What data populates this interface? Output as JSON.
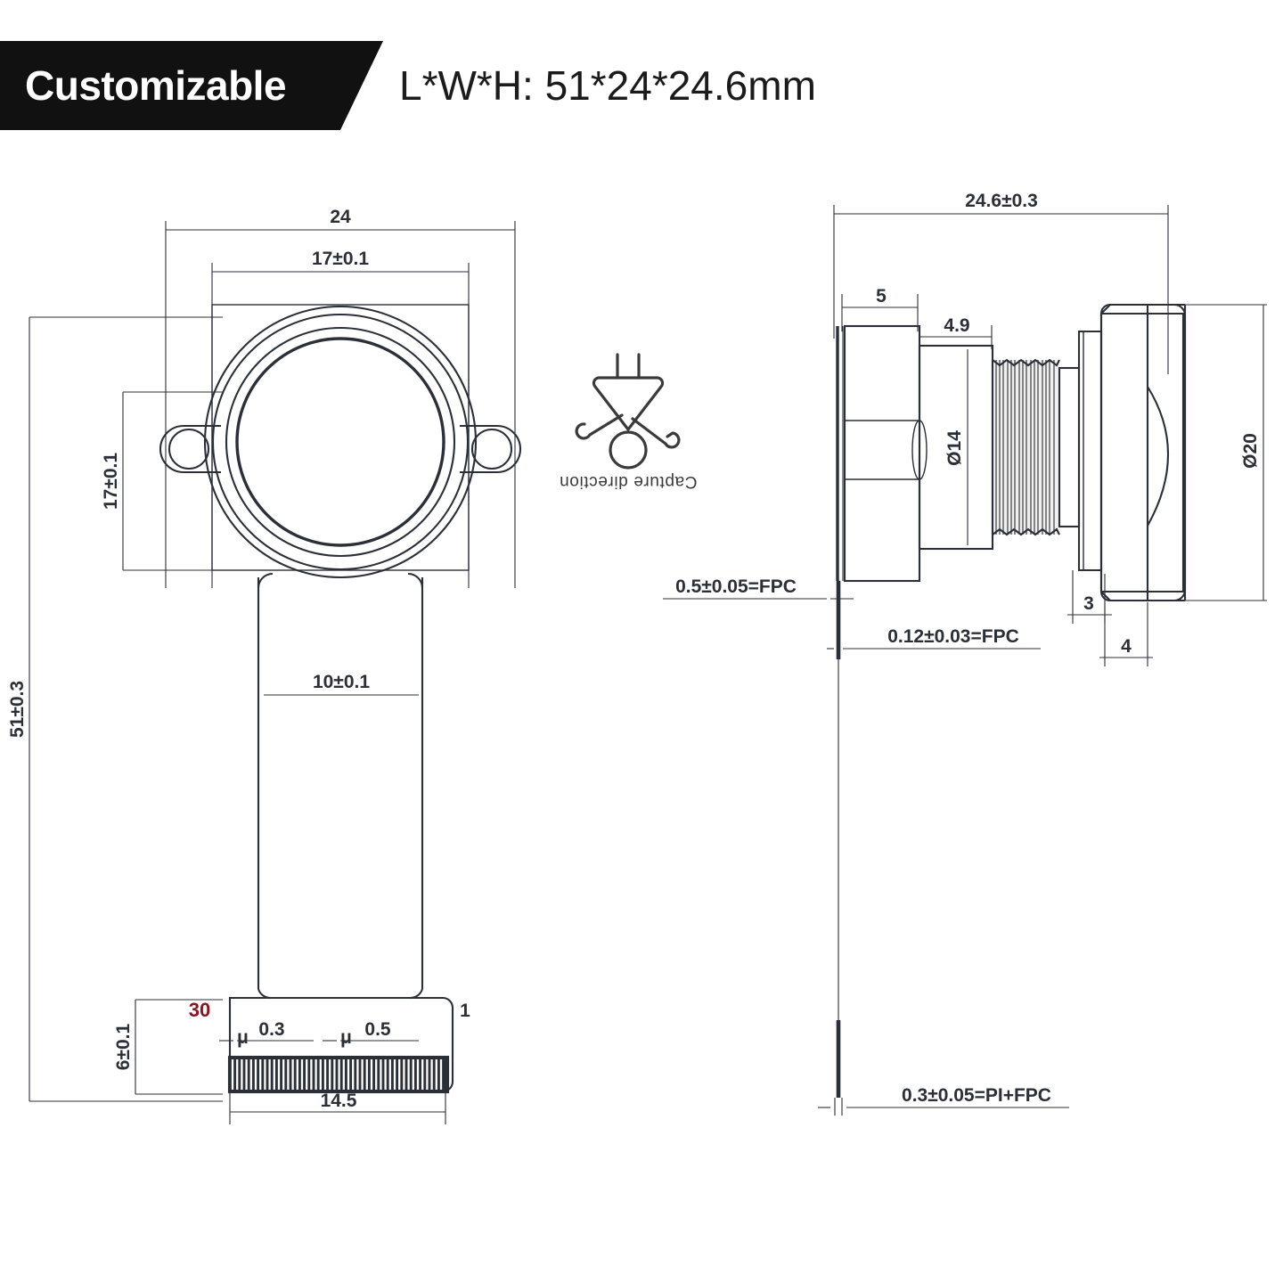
{
  "header": {
    "tag_label": "Customizable",
    "title": "L*W*H: 51*24*24.6mm",
    "tag_bg": "#111111",
    "tag_text_color": "#ffffff"
  },
  "drawing": {
    "title": "Camera module mechanical drawing",
    "front_view": {
      "name": "front-view",
      "dimensions": {
        "overall_width": "24",
        "flange_width": "17±0.1",
        "flange_height": "17±0.1",
        "overall_length": "51±0.3",
        "ribbon_width": "10±0.1",
        "connector_height": "6±0.1",
        "connector_width": "14.5"
      },
      "connector": {
        "pin_last": "30",
        "pin_first": "1",
        "pitch_a": "0.3",
        "pitch_b": "0.5",
        "pitch_symbol_a": "μ",
        "pitch_symbol_b": "μ",
        "pin_first_color": "#2b2f38",
        "pin_last_color": "#8a1420"
      }
    },
    "capture_note": {
      "label": "Capture direction",
      "icon": "person-camera-direction-icon",
      "rotated": "180"
    },
    "side_view": {
      "name": "side-view",
      "dimensions": {
        "overall_height": "24.6±0.3",
        "holder_block": "5",
        "barrel_base": "4.9",
        "barrel_diameter": "Ø14",
        "lens_diameter": "Ø20",
        "lens_step": "3",
        "lens_front": "4"
      },
      "notes": [
        "0.5±0.05=FPC",
        "0.12±0.03=FPC",
        "0.3±0.05=PI+FPC"
      ]
    }
  }
}
